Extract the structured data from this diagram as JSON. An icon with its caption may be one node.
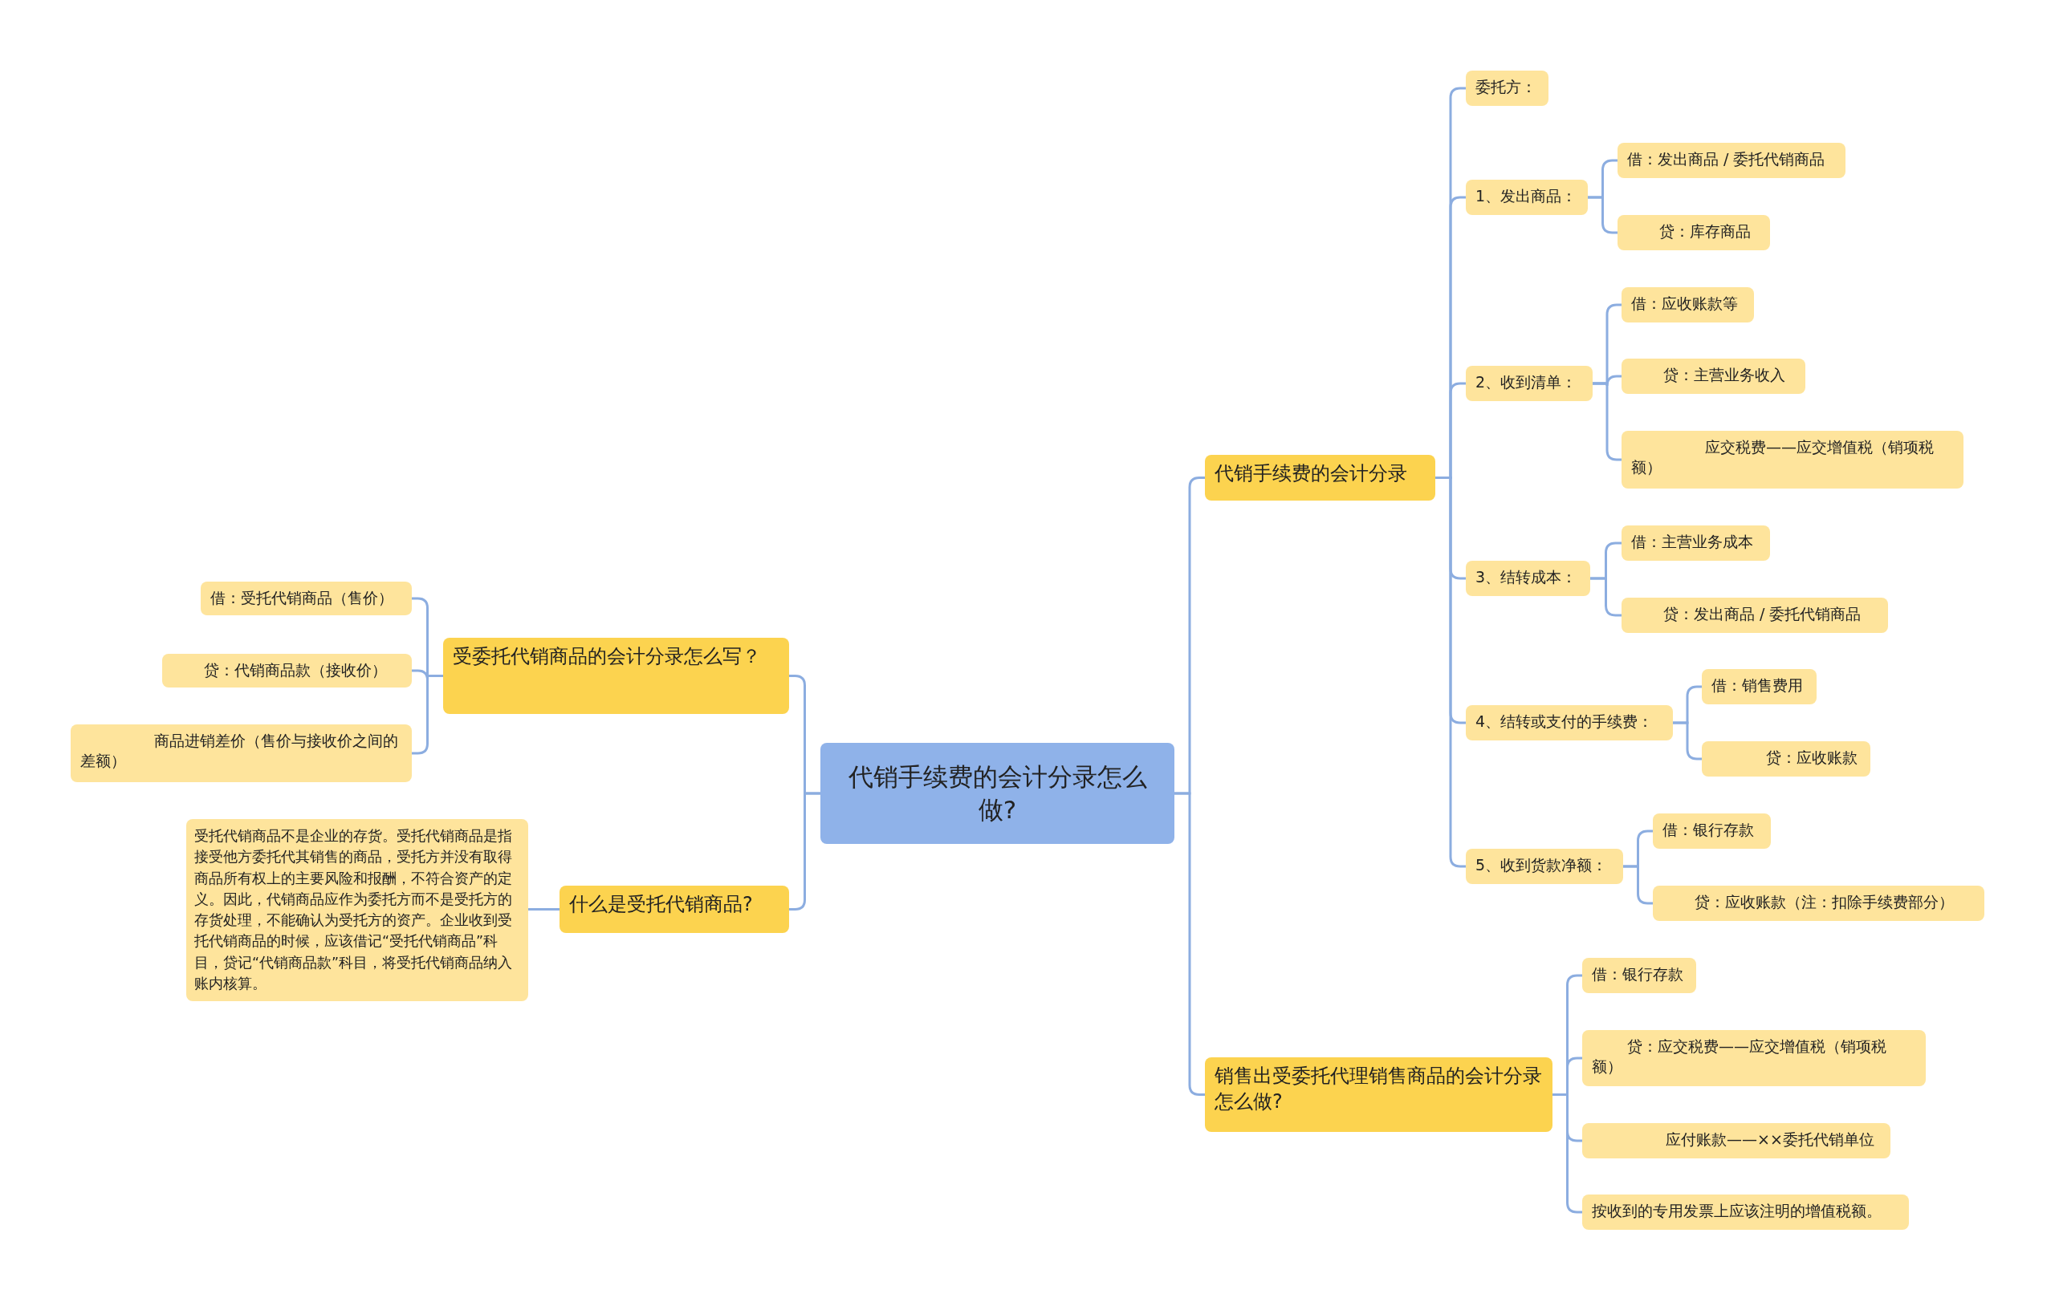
{
  "diagram": {
    "nodes": [
      {
        "text": [
          "代销手续费的会计分录怎么做?"
        ]
      },
      {
        "text": [
          "代销手续费的会计分录"
        ]
      },
      {
        "text": [
          "委托方："
        ]
      },
      {
        "text": [
          "1、发出商品："
        ]
      },
      {
        "text": [
          "借：发出商品 / 委托代销商品"
        ]
      },
      {
        "text": [
          "贷：库存商品"
        ]
      },
      {
        "text": [
          "2、收到清单："
        ]
      },
      {
        "text": [
          "借：应收账款等"
        ]
      },
      {
        "text": [
          "贷：主营业务收入"
        ]
      },
      {
        "text": [
          "应交税费——应交增值税（销项税额）"
        ]
      },
      {
        "text": [
          "3、结转成本："
        ]
      },
      {
        "text": [
          "借：主营业务成本"
        ]
      },
      {
        "text": [
          "贷：发出商品 / 委托代销商品"
        ]
      },
      {
        "text": [
          "4、结转或支付的手续费："
        ]
      },
      {
        "text": [
          "借：销售费用"
        ]
      },
      {
        "text": [
          "贷：应收账款"
        ]
      },
      {
        "text": [
          "5、收到货款净额："
        ]
      },
      {
        "text": [
          "借：银行存款"
        ]
      },
      {
        "text": [
          "贷：应收账款（注：扣除手续费部分）"
        ]
      },
      {
        "text": [
          "销售出受委托代理销售商品的会计分录怎么做?"
        ]
      },
      {
        "text": [
          "借：银行存款"
        ]
      },
      {
        "text": [
          "贷：应交税费——应交增值税（销项税额）"
        ]
      },
      {
        "text": [
          "应付账款——××委托代销单位"
        ]
      },
      {
        "text": [
          "按收到的专用发票上应该注明的增值税额。"
        ]
      },
      {
        "text": [
          "受委托代销商品的会计分录怎么写？"
        ]
      },
      {
        "text": [
          "借：受托代销商品（售价）"
        ]
      },
      {
        "text": [
          "贷：代销商品款（接收价）"
        ]
      },
      {
        "text": [
          "商品进销差价（售价与接收价之间的差额）"
        ]
      },
      {
        "text": [
          "什么是受托代销商品?"
        ]
      },
      {
        "text": [
          "受托代销商品不是企业的存货。受托代销商品是指接受他方委托代其销售的商品，受托方并没有取得商品所有权上的主要风险和报酬，不符合资产的定义。因此，代销商品应作为委托方而不是受托方的存货处理，不能确认为受托方的资产。企业收到受托代销商品的时候，应该借记“受托代销商品”科目，贷记“代销商品款”科目，将受托代销商品纳入账内核算。"
        ]
      }
    ],
    "edges": [
      {
        "from": 0,
        "to": 1,
        "arrow": "none"
      },
      {
        "from": 0,
        "to": 19,
        "arrow": "none"
      },
      {
        "from": 0,
        "to": 24,
        "arrow": "none"
      },
      {
        "from": 0,
        "to": 28,
        "arrow": "none"
      },
      {
        "from": 1,
        "to": 2,
        "arrow": "none"
      },
      {
        "from": 1,
        "to": 3,
        "arrow": "none"
      },
      {
        "from": 1,
        "to": 6,
        "arrow": "none"
      },
      {
        "from": 1,
        "to": 10,
        "arrow": "none"
      },
      {
        "from": 1,
        "to": 13,
        "arrow": "none"
      },
      {
        "from": 1,
        "to": 16,
        "arrow": "none"
      },
      {
        "from": 3,
        "to": 4,
        "arrow": "none"
      },
      {
        "from": 3,
        "to": 5,
        "arrow": "none"
      },
      {
        "from": 6,
        "to": 7,
        "arrow": "none"
      },
      {
        "from": 6,
        "to": 8,
        "arrow": "none"
      },
      {
        "from": 6,
        "to": 9,
        "arrow": "none"
      },
      {
        "from": 10,
        "to": 11,
        "arrow": "none"
      },
      {
        "from": 10,
        "to": 12,
        "arrow": "none"
      },
      {
        "from": 13,
        "to": 14,
        "arrow": "none"
      },
      {
        "from": 13,
        "to": 15,
        "arrow": "none"
      },
      {
        "from": 16,
        "to": 17,
        "arrow": "none"
      },
      {
        "from": 16,
        "to": 18,
        "arrow": "none"
      },
      {
        "from": 19,
        "to": 20,
        "arrow": "none"
      },
      {
        "from": 19,
        "to": 21,
        "arrow": "none"
      },
      {
        "from": 19,
        "to": 22,
        "arrow": "none"
      },
      {
        "from": 19,
        "to": 23,
        "arrow": "none"
      },
      {
        "from": 24,
        "to": 25,
        "arrow": "none"
      },
      {
        "from": 24,
        "to": 26,
        "arrow": "none"
      },
      {
        "from": 24,
        "to": 27,
        "arrow": "none"
      },
      {
        "from": 28,
        "to": 29,
        "arrow": "none"
      }
    ]
  }
}
